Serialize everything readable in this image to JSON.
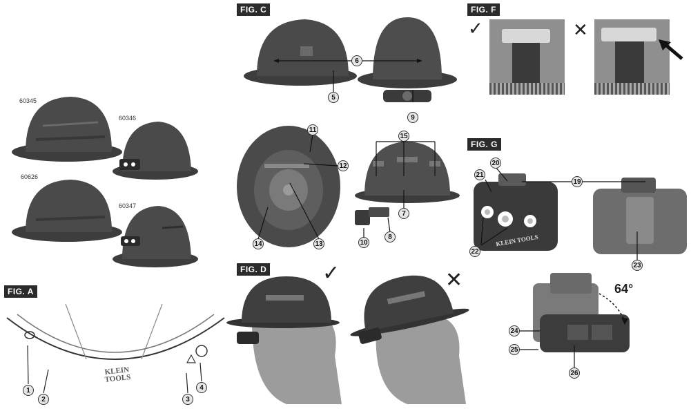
{
  "models": [
    "60345",
    "60346",
    "60626",
    "60347"
  ],
  "figures": {
    "a": "FIG. A",
    "c": "FIG. C",
    "d": "FIG. D",
    "f": "FIG. F",
    "g": "FIG. G"
  },
  "callouts": [
    "1",
    "2",
    "3",
    "4",
    "5",
    "6",
    "7",
    "8",
    "9",
    "10",
    "11",
    "12",
    "13",
    "14",
    "15",
    "19",
    "20",
    "21",
    "22",
    "23",
    "24",
    "25",
    "26"
  ],
  "angle": "64°",
  "brand": "KLEIN TOOLS",
  "brand_stacked": [
    "KLEIN",
    "TOOLS"
  ],
  "check": "✓",
  "cross": "✕"
}
